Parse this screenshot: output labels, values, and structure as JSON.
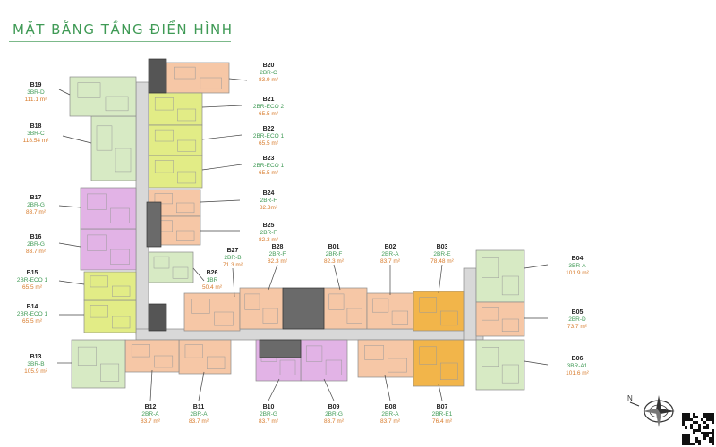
{
  "title": "MẶT BẰNG TẦNG ĐIỂN HÌNH",
  "colors": {
    "title": "#3f9a55",
    "type": "#3f9a55",
    "area": "#d77a2a",
    "code": "#222222",
    "peach": "#f6c7a6",
    "yellow": "#e2ec86",
    "purple": "#e2b3e6",
    "green": "#d7eac4",
    "orange": "#f2b54a",
    "gray": "#555555",
    "corridor": "#d8d8d8"
  },
  "compass": {
    "label": "N",
    "icon": "compass-rose-icon"
  },
  "qr": {
    "icon": "qr-code-icon"
  },
  "units": [
    {
      "code": "B20",
      "type": "2BR-C",
      "area": "83.9 m²"
    },
    {
      "code": "B21",
      "type": "2BR-ECO 2",
      "area": "65.5 m²"
    },
    {
      "code": "B22",
      "type": "2BR-ECO 1",
      "area": "65.5 m²"
    },
    {
      "code": "B23",
      "type": "2BR-ECO 1",
      "area": "65.5 m²"
    },
    {
      "code": "B24",
      "type": "2BR-F",
      "area": "82.3m²"
    },
    {
      "code": "B25",
      "type": "2BR-F",
      "area": "82.3 m²"
    },
    {
      "code": "B26",
      "type": "1BR",
      "area": "50.4 m²"
    },
    {
      "code": "B27",
      "type": "2BR-B",
      "area": "71.3 m²"
    },
    {
      "code": "B28",
      "type": "2BR-F",
      "area": "82.3 m²"
    },
    {
      "code": "B01",
      "type": "2BR-F",
      "area": "82.3 m²"
    },
    {
      "code": "B02",
      "type": "2BR-A",
      "area": "83.7 m²"
    },
    {
      "code": "B03",
      "type": "2BR-E",
      "area": "78.48 m²"
    },
    {
      "code": "B04",
      "type": "3BR-A",
      "area": "101.9 m²"
    },
    {
      "code": "B05",
      "type": "2BR-D",
      "area": "73.7 m²"
    },
    {
      "code": "B06",
      "type": "3BR-A1",
      "area": "101.6 m²"
    },
    {
      "code": "B07",
      "type": "2BR-E1",
      "area": "76.4 m²"
    },
    {
      "code": "B08",
      "type": "2BR-A",
      "area": "83.7 m²"
    },
    {
      "code": "B09",
      "type": "2BR-G",
      "area": "83.7 m²"
    },
    {
      "code": "B10",
      "type": "2BR-G",
      "area": "83.7 m²"
    },
    {
      "code": "B11",
      "type": "2BR-A",
      "area": "83.7 m²"
    },
    {
      "code": "B12",
      "type": "2BR-A",
      "area": "83.7 m²"
    },
    {
      "code": "B13",
      "type": "3BR-B",
      "area": "105.9 m²"
    },
    {
      "code": "B14",
      "type": "2BR-ECO 1",
      "area": "65.5 m²"
    },
    {
      "code": "B15",
      "type": "2BR-ECO 1",
      "area": "65.5 m²"
    },
    {
      "code": "B16",
      "type": "2BR-G",
      "area": "83.7 m²"
    },
    {
      "code": "B17",
      "type": "2BR-G",
      "area": "83.7 m²"
    },
    {
      "code": "B18",
      "type": "3BR-C",
      "area": "118.54 m²"
    },
    {
      "code": "B19",
      "type": "3BR-D",
      "area": "111.1 m²"
    }
  ]
}
